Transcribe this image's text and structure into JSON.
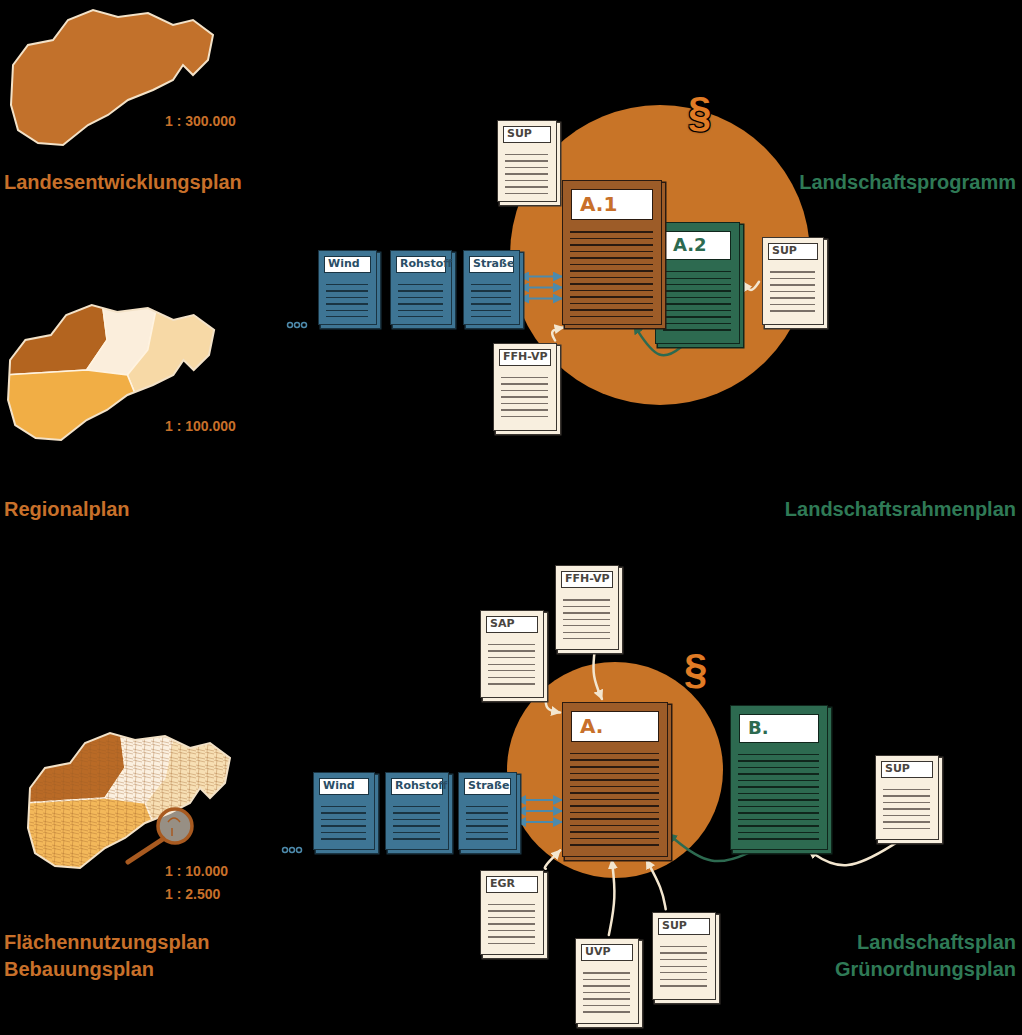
{
  "diagram": {
    "nodes": [
      {
        "text": [
          "SUP"
        ]
      },
      {
        "text": [
          "A.1"
        ]
      },
      {
        "text": [
          "A.2"
        ]
      },
      {
        "text": [
          "Wind"
        ]
      },
      {
        "text": [
          "Rohstoff"
        ]
      },
      {
        "text": [
          "Straße"
        ]
      },
      {
        "text": [
          "SUP"
        ]
      },
      {
        "text": [
          "FFH-VP"
        ]
      },
      {
        "text": [
          "FFH-VP"
        ]
      },
      {
        "text": [
          "SAP"
        ]
      },
      {
        "text": [
          "A."
        ]
      },
      {
        "text": [
          "B."
        ]
      },
      {
        "text": [
          "Wind"
        ]
      },
      {
        "text": [
          "Rohstoff"
        ]
      },
      {
        "text": [
          "Straße"
        ]
      },
      {
        "text": [
          "SUP"
        ]
      },
      {
        "text": [
          "EGR"
        ]
      },
      {
        "text": [
          "SUP"
        ]
      },
      {
        "text": [
          "UVP"
        ]
      }
    ],
    "edges": [
      {
        "from": 0,
        "to": 1,
        "arrow": "to"
      },
      {
        "from": 7,
        "to": 1,
        "arrow": "to"
      },
      {
        "from": 2,
        "to": 1,
        "arrow": "to"
      },
      {
        "from": 6,
        "to": 2,
        "arrow": "to"
      },
      {
        "from": 5,
        "to": 1,
        "arrow": "both"
      },
      {
        "from": 5,
        "to": 1,
        "arrow": "both"
      },
      {
        "from": 5,
        "to": 1,
        "arrow": "both"
      },
      {
        "from": 9,
        "to": 10,
        "arrow": "to"
      },
      {
        "from": 8,
        "to": 10,
        "arrow": "to"
      },
      {
        "from": 11,
        "to": 10,
        "arrow": "to"
      },
      {
        "from": 15,
        "to": 11,
        "arrow": "to"
      },
      {
        "from": 16,
        "to": 10,
        "arrow": "to"
      },
      {
        "from": 18,
        "to": 10,
        "arrow": "to"
      },
      {
        "from": 17,
        "to": 10,
        "arrow": "to"
      },
      {
        "from": 14,
        "to": 10,
        "arrow": "both"
      },
      {
        "from": 14,
        "to": 10,
        "arrow": "both"
      },
      {
        "from": 14,
        "to": 10,
        "arrow": "both"
      }
    ],
    "labels": [
      "1 : 300.000",
      "Landesentwicklungsplan",
      "§",
      "Landschaftsprogramm",
      "1 : 100.000",
      "Regionalplan",
      "Landschaftsrahmenplan",
      "§",
      "1 : 10.000",
      "1 : 2.500",
      "Flächennutzungsplan",
      "Bebauungsplan",
      "Landschaftsplan",
      "Grünordnungsplan"
    ]
  }
}
